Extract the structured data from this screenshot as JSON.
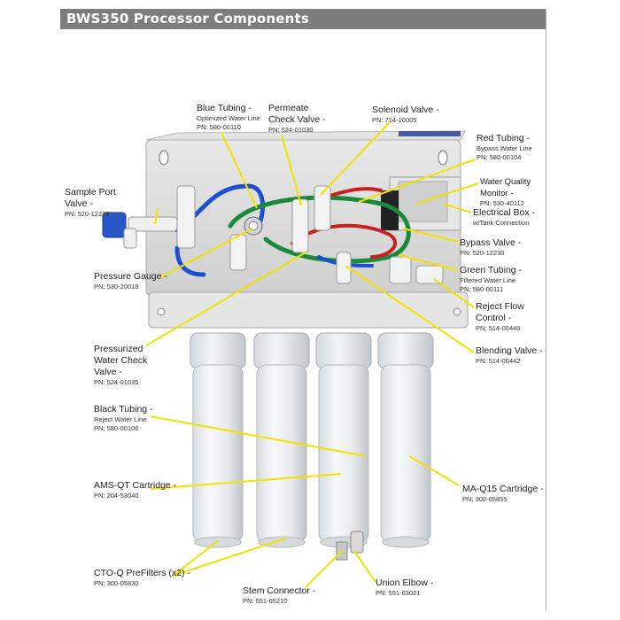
{
  "header": {
    "title": "BWS350 Processor Components"
  },
  "labels": {
    "blue_tubing": {
      "name": "Blue Tubing -",
      "sub": "Optimized Water Line",
      "pn": "PN: 580-00110"
    },
    "permeate_check_valve": {
      "name1": "Permeate",
      "name2": "Check Valve -",
      "pn": "PN: 524-01030"
    },
    "solenoid_valve": {
      "name": "Solenoid Valve -",
      "pn": "PN: 714-10005"
    },
    "red_tubing": {
      "name": "Red Tubing -",
      "sub": "Bypass Water Line",
      "pn": "PN: 580-00104"
    },
    "sample_port_valve": {
      "name1": "Sample Port",
      "name2": "Valve -",
      "pn": "PN: 520-12223"
    },
    "water_quality_monitor": {
      "name": "Water Quality Monitor -",
      "pn": "PN: 530-40112"
    },
    "electrical_box": {
      "name": "Electrical Box -",
      "sub": "w/Tank Connection"
    },
    "bypass_valve": {
      "name": "Bypass Valve -",
      "pn": "PN: 520-12230"
    },
    "green_tubing": {
      "name": "Green Tubing -",
      "sub": "Filtered Water Line",
      "pn": "PN: 580-00111"
    },
    "pressure_gauge": {
      "name": "Pressure Gauge -",
      "pn": "PN: 530-20018"
    },
    "reject_flow_control": {
      "name1": "Reject Flow",
      "name2": "Control -",
      "pn": "PN: 514-00440"
    },
    "blending_valve": {
      "name": "Blending Valve -",
      "pn": "PN: 514-00442"
    },
    "pressurized_check_valve": {
      "name1": "Pressurized",
      "name2": "Water Check",
      "name3": "Valve -",
      "pn": "PN: 524-01035"
    },
    "black_tubing": {
      "name": "Black Tubing -",
      "sub": "Reject Water Line",
      "pn": "PN: 580-00106"
    },
    "ams_qt": {
      "name": "AMS-QT Cartridge -",
      "pn": "PN: 204-53040"
    },
    "ma_q15": {
      "name": "MA-Q15 Cartridge -",
      "pn": "PN: 300-05855"
    },
    "cto_q": {
      "name": "CTO-Q PreFilters (x2) -",
      "pn": "PN: 300-05830"
    },
    "stem_connector": {
      "name": "Stem Connector -",
      "pn": "PN: 551-65210"
    },
    "union_elbow": {
      "name": "Union Elbow -",
      "pn": "PN: 551-63021"
    }
  },
  "colors": {
    "header_bg": "#7d7d7d",
    "leader": "#f2e200",
    "blue": "#1f4fd1",
    "green": "#1a8a3a",
    "red": "#c8201e",
    "black": "#1a1a1a",
    "panel": "#dcdcdc"
  }
}
